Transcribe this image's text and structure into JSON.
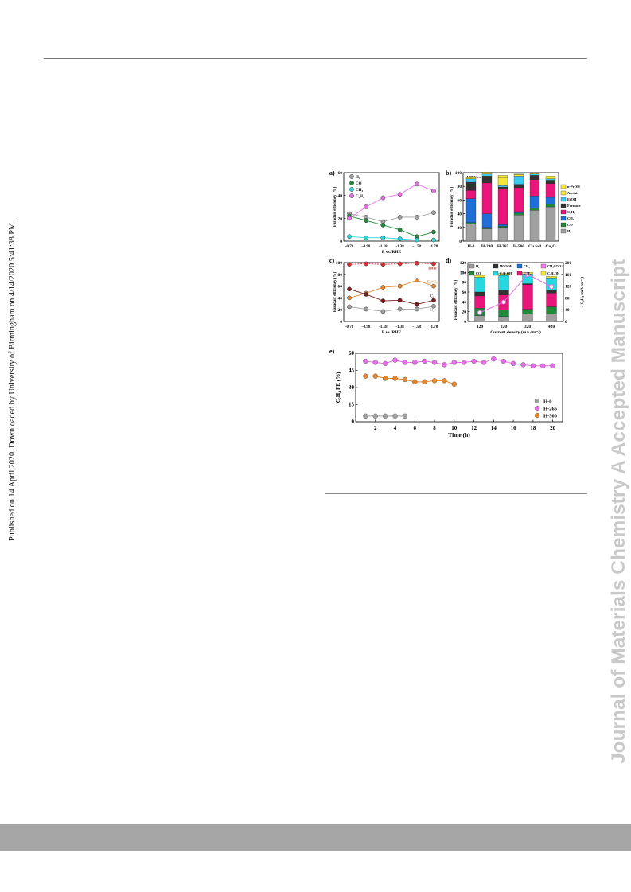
{
  "side_note": "Published on 14 April 2020. Downloaded by University of Birmingham on 4/14/2020 5:41:38 PM.",
  "watermark": "Journal of Materials Chemistry A Accepted Manuscript",
  "colors": {
    "h2": "#a0a0a0",
    "co": "#1e8a3a",
    "ch4": "#27d8e0",
    "c2h4": "#e76ee8",
    "hcooh": "#333333",
    "c2h5oh": "#3cc8f0",
    "ch3coo": "#f080f0",
    "c3h7oh": "#f5e63c",
    "c2h4_bar": "#e8157a",
    "ch4_bar": "#1f6fd8",
    "total": "#e03030",
    "c2plus": "#e88a30",
    "c1": "#7a1a1a",
    "h500": "#e8872a"
  },
  "chart_data": [
    {
      "panel": "a)",
      "type": "line",
      "ylabel": "Faradaic efficiency (%)",
      "xlabel": "E vs. RHE",
      "categories": [
        "-0.78",
        "-0.98",
        "-1.18",
        "-1.38",
        "-1.58",
        "-1.78"
      ],
      "ylim": [
        0,
        60
      ],
      "yticks": [
        "0",
        "20",
        "40",
        "60"
      ],
      "series": [
        {
          "name": "H₂",
          "values": [
            24,
            21,
            17,
            21,
            21,
            25
          ]
        },
        {
          "name": "CO",
          "values": [
            22,
            18,
            14,
            10,
            4,
            8
          ]
        },
        {
          "name": "CH₄",
          "values": [
            4,
            3,
            3,
            2,
            1,
            1
          ]
        },
        {
          "name": "C₂H₄",
          "values": [
            20,
            30,
            38,
            41,
            50,
            44
          ]
        }
      ]
    },
    {
      "panel": "b)",
      "type": "bar",
      "annotation": "-1.58 V vs. RHE",
      "ylabel": "Faradaic efficiency (%)",
      "categories": [
        "H-0",
        "H-230",
        "H-265",
        "H-500",
        "Cu foil",
        "Cu₂O"
      ],
      "ylim": [
        0,
        100
      ],
      "yticks": [
        "0",
        "20",
        "40",
        "60",
        "80",
        "100"
      ],
      "legend": [
        "n-PrOH",
        "Acetate",
        "EtOH",
        "Formate",
        "C₂H₄",
        "CH₄",
        "CO",
        "H₂"
      ],
      "series": [
        {
          "name": "H₂",
          "values": [
            25,
            18,
            20,
            38,
            45,
            50
          ]
        },
        {
          "name": "CO",
          "values": [
            2,
            2,
            2,
            3,
            3,
            4
          ]
        },
        {
          "name": "CH₄",
          "values": [
            35,
            20,
            2,
            2,
            18,
            10
          ]
        },
        {
          "name": "C₂H₄",
          "values": [
            12,
            45,
            52,
            35,
            24,
            20
          ]
        },
        {
          "name": "Formate",
          "values": [
            12,
            10,
            3,
            5,
            6,
            5
          ]
        },
        {
          "name": "EtOH",
          "values": [
            5,
            3,
            2,
            12,
            2,
            2
          ]
        },
        {
          "name": "Acetate",
          "values": [
            2,
            2,
            12,
            2,
            1,
            3
          ]
        },
        {
          "name": "n-PrOH",
          "values": [
            1,
            1,
            3,
            1,
            1,
            1
          ]
        }
      ]
    },
    {
      "panel": "c)",
      "type": "line",
      "ylabel": "Faradaic efficiency (%)",
      "xlabel": "E vs. RHE",
      "categories": [
        "-0.78",
        "-0.98",
        "-1.18",
        "-1.38",
        "-1.58",
        "-1.78"
      ],
      "ylim": [
        0,
        100
      ],
      "yticks": [
        "0",
        "20",
        "40",
        "60",
        "80",
        "100"
      ],
      "series": [
        {
          "name": "Total",
          "values": [
            97,
            98,
            97,
            98,
            99,
            98
          ]
        },
        {
          "name": "C₂+C₃",
          "values": [
            40,
            48,
            58,
            60,
            70,
            60
          ]
        },
        {
          "name": "C₁",
          "values": [
            55,
            46,
            35,
            36,
            29,
            36
          ]
        },
        {
          "name": "H₂",
          "values": [
            25,
            21,
            17,
            21,
            21,
            26
          ]
        }
      ]
    },
    {
      "panel": "d)",
      "type": "bar",
      "ylabel": "Faradaic efficiency (%)",
      "ylabel2": "J C₂H₄ (mA cm⁻²)",
      "xlabel": "Current density (mA cm⁻²)",
      "categories": [
        "120",
        "220",
        "320",
        "420"
      ],
      "ylim": [
        0,
        120
      ],
      "yticks": [
        "0",
        "20",
        "40",
        "60",
        "80",
        "100",
        "120"
      ],
      "y2ticks": [
        "0",
        "40",
        "80",
        "120",
        "160",
        "200"
      ],
      "legend": [
        "H₂",
        "HCOOH",
        "CH₄",
        "CH₃COO⁻",
        "CO",
        "C₂H₅OH",
        "C₂H₄",
        "C₃H₇OH"
      ],
      "series": [
        {
          "name": "H₂",
          "values": [
            12,
            10,
            15,
            15
          ]
        },
        {
          "name": "CO",
          "values": [
            15,
            14,
            10,
            15
          ]
        },
        {
          "name": "C₂H₄",
          "values": [
            25,
            30,
            50,
            28
          ]
        },
        {
          "name": "HCOOH",
          "values": [
            8,
            10,
            2,
            6
          ]
        },
        {
          "name": "C₂H₅OH",
          "values": [
            30,
            30,
            20,
            25
          ]
        },
        {
          "name": "C₃H₇OH",
          "values": [
            4,
            4,
            3,
            3
          ]
        }
      ],
      "line_series": {
        "name": "J C₂H₄",
        "values": [
          30,
          66,
          160,
          118
        ],
        "ylim": [
          0,
          200
        ]
      }
    },
    {
      "panel": "e)",
      "type": "scatter",
      "ylabel": "C₂H₄ FE (%)",
      "xlabel": "Time (h)",
      "xlim": [
        0,
        21
      ],
      "ylim": [
        0,
        60
      ],
      "xticks": [
        "2",
        "4",
        "6",
        "8",
        "10",
        "12",
        "14",
        "16",
        "18",
        "20"
      ],
      "yticks": [
        "0",
        "15",
        "30",
        "45",
        "60"
      ],
      "series": [
        {
          "name": "H-0",
          "x": [
            1,
            2,
            3,
            4,
            5
          ],
          "values": [
            5,
            5,
            5,
            5,
            5
          ]
        },
        {
          "name": "H-265",
          "x": [
            1,
            2,
            3,
            4,
            5,
            6,
            7,
            8,
            9,
            10,
            11,
            12,
            13,
            14,
            15,
            16,
            17,
            18,
            19,
            20
          ],
          "values": [
            53,
            52,
            51,
            54,
            52,
            52,
            53,
            52,
            50,
            52,
            52,
            53,
            52,
            55,
            53,
            51,
            50,
            49,
            49,
            49
          ]
        },
        {
          "name": "H-500",
          "x": [
            1,
            2,
            3,
            4,
            5,
            6,
            7,
            8,
            9,
            10
          ],
          "values": [
            40,
            40,
            38,
            38,
            37,
            35,
            35,
            36,
            36,
            33
          ]
        }
      ]
    }
  ]
}
